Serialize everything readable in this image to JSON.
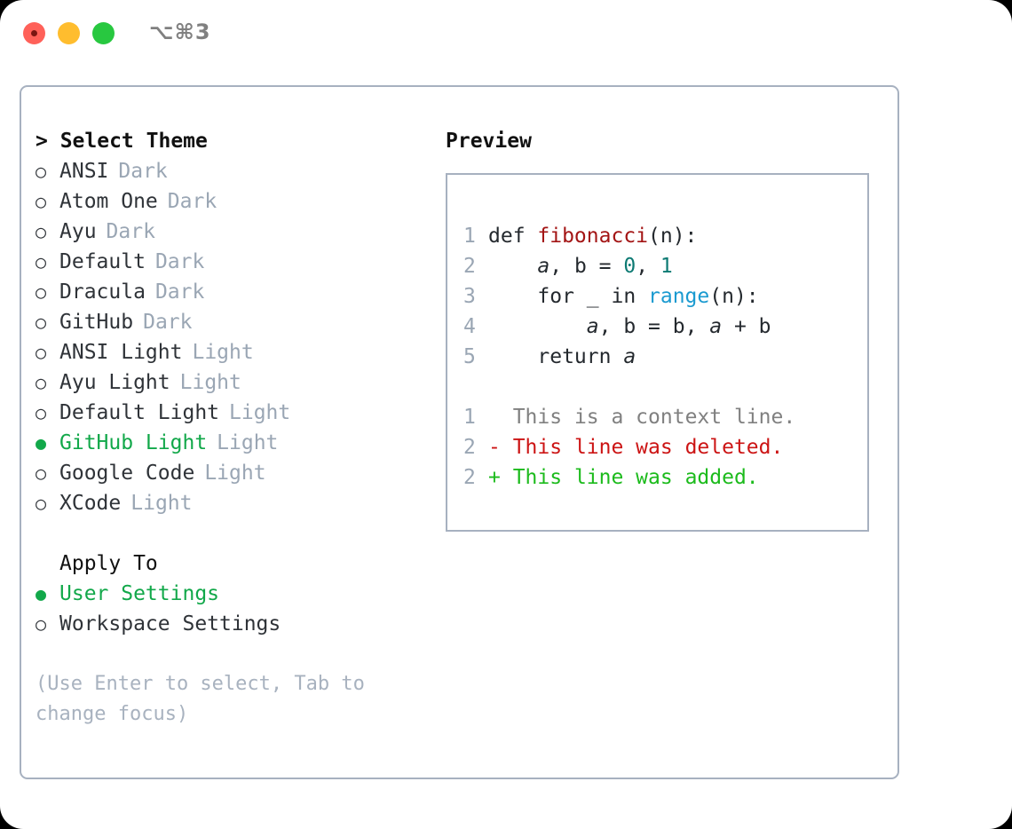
{
  "window": {
    "shortcut": "⌥⌘3",
    "traffic_lights": [
      "close-red",
      "minimize-yellow",
      "maximize-green"
    ]
  },
  "theme_panel": {
    "header": "> Select Theme",
    "themes": [
      {
        "marker": "○",
        "name": "ANSI",
        "tag": "Dark",
        "selected": false
      },
      {
        "marker": "○",
        "name": "Atom One",
        "tag": "Dark",
        "selected": false
      },
      {
        "marker": "○",
        "name": "Ayu",
        "tag": "Dark",
        "selected": false
      },
      {
        "marker": "○",
        "name": "Default",
        "tag": "Dark",
        "selected": false
      },
      {
        "marker": "○",
        "name": "Dracula",
        "tag": "Dark",
        "selected": false
      },
      {
        "marker": "○",
        "name": "GitHub",
        "tag": "Dark",
        "selected": false
      },
      {
        "marker": "○",
        "name": "ANSI Light",
        "tag": "Light",
        "selected": false
      },
      {
        "marker": "○",
        "name": "Ayu Light",
        "tag": "Light",
        "selected": false
      },
      {
        "marker": "○",
        "name": "Default Light",
        "tag": "Light",
        "selected": false
      },
      {
        "marker": "●",
        "name": "GitHub Light",
        "tag": "Light",
        "selected": true
      },
      {
        "marker": "○",
        "name": "Google Code",
        "tag": "Light",
        "selected": false
      },
      {
        "marker": "○",
        "name": "XCode",
        "tag": "Light",
        "selected": false
      }
    ],
    "apply_to": {
      "title": "Apply To",
      "options": [
        {
          "marker": "●",
          "name": "User Settings",
          "selected": true
        },
        {
          "marker": "○",
          "name": "Workspace Settings",
          "selected": false
        }
      ]
    },
    "hint": "(Use Enter to select, Tab to change focus)"
  },
  "preview": {
    "title": "Preview",
    "code_lines": [
      {
        "no": "1",
        "parts": [
          {
            "t": "def ",
            "k": "plain"
          },
          {
            "t": "fibonacci",
            "k": "fn"
          },
          {
            "t": "(n):",
            "k": "plain"
          }
        ]
      },
      {
        "no": "2",
        "parts": [
          {
            "t": "    ",
            "k": "plain"
          },
          {
            "t": "a",
            "k": "var"
          },
          {
            "t": ", b = ",
            "k": "plain"
          },
          {
            "t": "0",
            "k": "num"
          },
          {
            "t": ", ",
            "k": "plain"
          },
          {
            "t": "1",
            "k": "num"
          }
        ]
      },
      {
        "no": "3",
        "parts": [
          {
            "t": "    for _ in ",
            "k": "plain"
          },
          {
            "t": "range",
            "k": "call"
          },
          {
            "t": "(n):",
            "k": "plain"
          }
        ]
      },
      {
        "no": "4",
        "parts": [
          {
            "t": "        ",
            "k": "plain"
          },
          {
            "t": "a",
            "k": "var"
          },
          {
            "t": ", b = b, ",
            "k": "plain"
          },
          {
            "t": "a",
            "k": "var"
          },
          {
            "t": " + b",
            "k": "plain"
          }
        ]
      },
      {
        "no": "5",
        "parts": [
          {
            "t": "    return ",
            "k": "plain"
          },
          {
            "t": "a",
            "k": "var"
          }
        ]
      }
    ],
    "diff_lines": [
      {
        "no": "1",
        "sign": "  ",
        "text": "This is a context line.",
        "kind": "ctx"
      },
      {
        "no": "2",
        "sign": "- ",
        "text": "This line was deleted.",
        "kind": "del"
      },
      {
        "no": "2",
        "sign": "+ ",
        "text": "This line was added.",
        "kind": "add"
      }
    ]
  },
  "colors": {
    "selected_green": "#12a84a",
    "tag_gray": "#9aa6b4",
    "border": "#a7b1c0",
    "diff_delete": "#cc1414",
    "diff_add": "#1cbb1c",
    "syntax_function": "#a31515",
    "syntax_number": "#0d7a73",
    "syntax_call": "#1a9ad0"
  }
}
